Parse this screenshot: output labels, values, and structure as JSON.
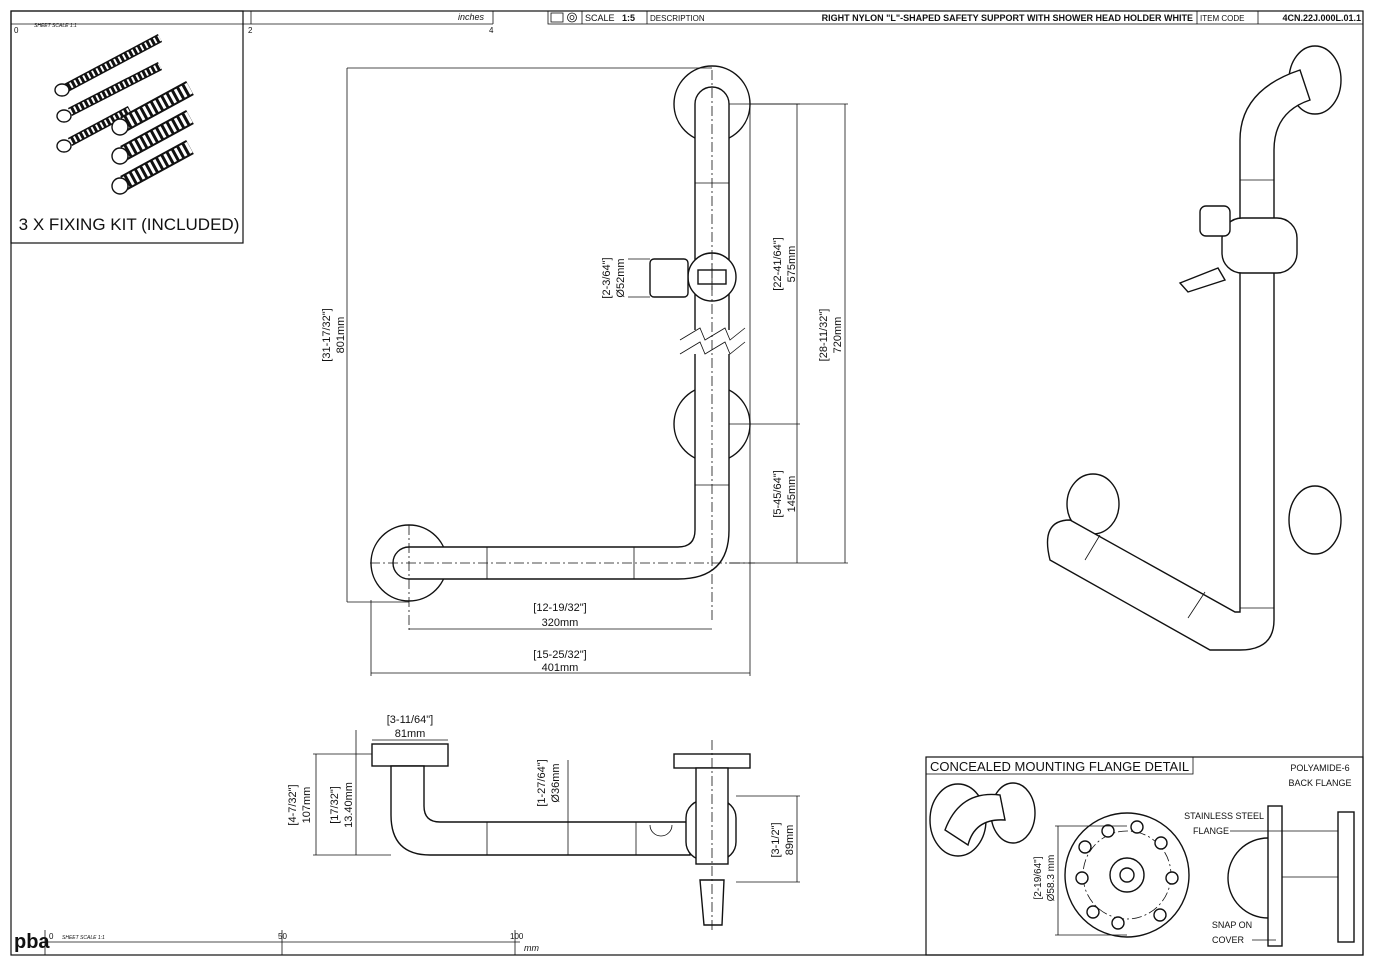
{
  "title_block": {
    "scale_label": "SCALE",
    "scale_value": "1:5",
    "description_label": "DESCRIPTION",
    "description": "RIGHT NYLON \"L\"-SHAPED SAFETY SUPPORT WITH SHOWER HEAD HOLDER WHITE",
    "item_code_label": "ITEM CODE",
    "item_code": "4CN.22J.000L.01.1"
  },
  "inch_ruler": {
    "unit": "inches",
    "sheet_scale": "SHEET SCALE 1:1",
    "ticks": [
      "0",
      "2",
      "4"
    ]
  },
  "mm_ruler": {
    "unit": "mm",
    "sheet_scale": "SHEET SCALE 1:1",
    "ticks": [
      "0",
      "50",
      "100"
    ]
  },
  "logo": "pba",
  "fixing_kit": {
    "label": "3 X FIXING KIT (INCLUDED)"
  },
  "front_view": {
    "dim_height_total": {
      "inch": "[31-17/32\"]",
      "mm": "801mm"
    },
    "dim_upper": {
      "inch": "[22-41/64\"]",
      "mm": "575mm"
    },
    "dim_overall_right": {
      "inch": "[28-11/32\"]",
      "mm": "720mm"
    },
    "dim_lower": {
      "inch": "[5-45/64\"]",
      "mm": "145mm"
    },
    "dim_holder": {
      "inch": "[2-3/64\"]",
      "mm": "Ø52mm"
    },
    "dim_width_inner": {
      "inch": "[12-19/32\"]",
      "mm": "320mm"
    },
    "dim_width_total": {
      "inch": "[15-25/32\"]",
      "mm": "401mm"
    }
  },
  "top_view": {
    "dim_flange": {
      "inch": "[3-11/64\"]",
      "mm": "81mm"
    },
    "dim_depth": {
      "inch": "[4-7/32\"]",
      "mm": "107mm"
    },
    "dim_offset": {
      "inch": "[17/32\"]",
      "mm": "13.40mm"
    },
    "dim_tube": {
      "inch": "[1-27/64\"]",
      "mm": "Ø36mm"
    },
    "dim_holder": {
      "inch": "[3-1/2\"]",
      "mm": "89mm"
    }
  },
  "flange_detail": {
    "title": "CONCEALED MOUNTING FLANGE DETAIL",
    "dim": {
      "inch": "[2-19/64\"]",
      "mm": "Ø58.3 mm"
    },
    "labels": {
      "polyamide": [
        "POLYAMIDE-6",
        "BACK FLANGE"
      ],
      "steel": [
        "STAINLESS STEEL",
        "FLANGE"
      ],
      "cover": [
        "SNAP ON",
        "COVER"
      ]
    }
  }
}
